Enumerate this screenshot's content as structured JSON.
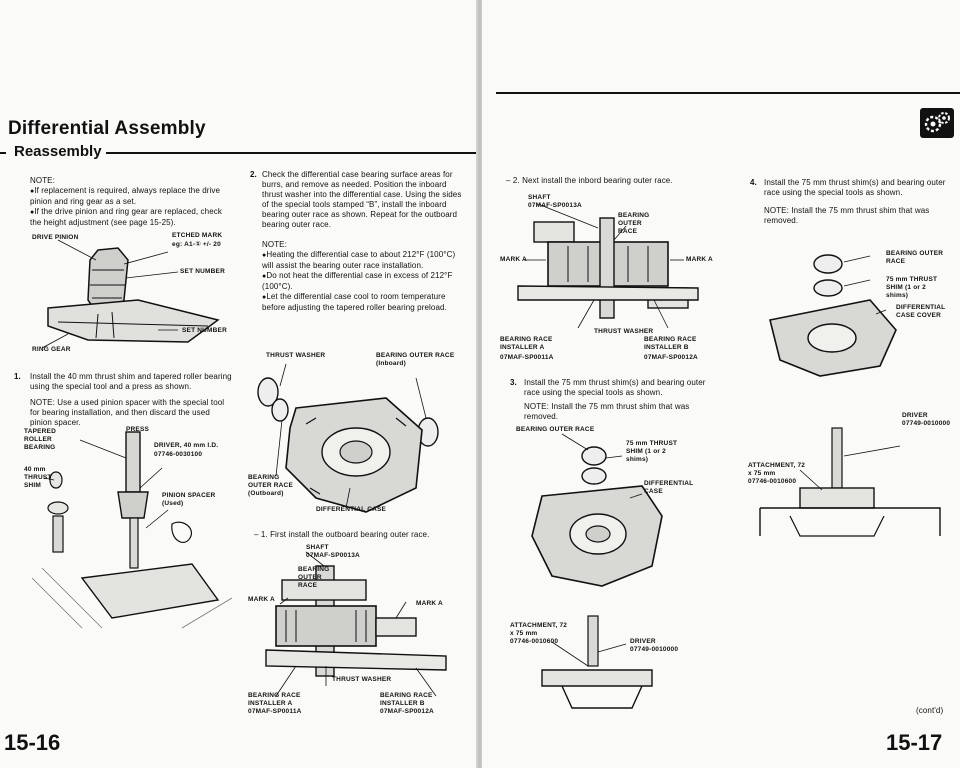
{
  "left": {
    "title": "Differential Assembly",
    "subtitle": "Reassembly",
    "note_heading": "NOTE:",
    "note_1": "If replacement is required, always replace the drive pinion and ring gear as a set.",
    "note_2": "If the drive pinion and ring gear are replaced, check the height adjustment (see page 15-25).",
    "fig1": {
      "drive_pinion": "DRIVE PINION",
      "etched_mark": "ETCHED MARK",
      "eg_value": "eg: A1-① +/- 20",
      "set_number_top": "SET NUMBER",
      "set_number_bottom": "SET NUMBER",
      "ring_gear": "RING GEAR"
    },
    "step1_num": "1.",
    "step1_text": "Install the 40 mm thrust shim and tapered roller bearing using the special tool and a press as shown.",
    "step1_note": "NOTE: Use a used pinion spacer with the special tool for bearing installation, and then discard the used pinion spacer.",
    "fig2": {
      "tapered_roller_bearing": "TAPERED ROLLER BEARING",
      "press": "PRESS",
      "driver_40": "DRIVER, 40 mm I.D.",
      "driver_40_part": "07746-0030100",
      "thrust_shim_40": "40 mm THRUST SHIM",
      "pinion_spacer": "PINION SPACER (Used)"
    },
    "step2_num": "2.",
    "step2_text": "Check the differential case bearing surface areas for burrs, and remove as needed. Position the inboard thrust washer into the differential case. Using the sides of the special tools stamped “B”, install the inboard bearing outer race as shown. Repeat for the outboard bearing outer race.",
    "step2_note_heading": "NOTE:",
    "step2_note_1": "Heating the differential case to about 212°F (100°C) will assist the bearing outer race installation.",
    "step2_note_2": "Do not heat the differential case in excess of 212°F (100°C).",
    "step2_note_3": "Let the differential case cool to room temperature before adjusting the tapered roller bearing preload.",
    "fig3": {
      "thrust_washer": "THRUST WASHER",
      "outer_race_inboard": "BEARING OUTER RACE (Inboard)",
      "outer_race_outboard": "BEARING OUTER RACE (Outboard)",
      "differential_case": "DIFFERENTIAL CASE"
    },
    "sub1_text": "– 1. First install the outboard bearing outer race.",
    "fig4": {
      "shaft": "SHAFT",
      "shaft_part": "07MAF-SP0013A",
      "bearing_outer_race": "BEARING OUTER RACE",
      "mark_a_left": "MARK A",
      "mark_a_right": "MARK A",
      "thrust_washer": "THRUST WASHER",
      "installer_a": "BEARING RACE INSTALLER A",
      "installer_a_part": "07MAF-SP0011A",
      "installer_b": "BEARING RACE INSTALLER B",
      "installer_b_part": "07MAF-SP0012A"
    },
    "page_number": "15-16"
  },
  "right": {
    "sub2_text": "– 2. Next install the inbord bearing outer race.",
    "fig5": {
      "shaft": "SHAFT",
      "shaft_part": "07MAF-SP0013A",
      "bearing_outer_race": "BEARING OUTER RACE",
      "mark_a_left": "MARK A",
      "mark_a_right": "MARK A",
      "thrust_washer": "THRUST WASHER",
      "installer_a": "BEARING RACE INSTALLER A",
      "installer_a_part": "07MAF-SP0011A",
      "installer_b": "BEARING RACE INSTALLER B",
      "installer_b_part": "07MAF-SP0012A"
    },
    "step3_num": "3.",
    "step3_text": "Install the 75 mm thrust shim(s) and bearing outer race using the special tools as shown.",
    "step3_note": "NOTE: Install the 75 mm thrust shim that was removed.",
    "fig6": {
      "bearing_outer_race": "BEARING OUTER RACE",
      "thrust_shim": "75 mm THRUST SHIM (1 or 2 shims)",
      "differential_case": "DIFFERENTIAL CASE",
      "attachment": "ATTACHMENT, 72 x 75 mm",
      "attachment_part": "07746-0010600",
      "driver": "DRIVER",
      "driver_part": "07749-0010000"
    },
    "step4_num": "4.",
    "step4_text": "Install the 75 mm thrust shim(s) and bearing outer race using the special tools as shown.",
    "step4_note": "NOTE: Install the 75 mm thrust shim that was removed.",
    "fig7": {
      "bearing_outer_race": "BEARING OUTER RACE",
      "thrust_shim": "75 mm THRUST SHIM (1 or 2 shims)",
      "differential_case_cover": "DIFFERENTIAL CASE COVER",
      "driver": "DRIVER",
      "driver_part": "07749-0010000",
      "attachment": "ATTACHMENT, 72 x 75 mm",
      "attachment_part": "07746-0010600"
    },
    "contd": "(cont'd)",
    "page_number": "15-17"
  },
  "colors": {
    "ink": "#111111",
    "paper": "#fafaf8",
    "gray": "#9a9a96"
  },
  "icons": {
    "section_badge": "gears-icon"
  }
}
